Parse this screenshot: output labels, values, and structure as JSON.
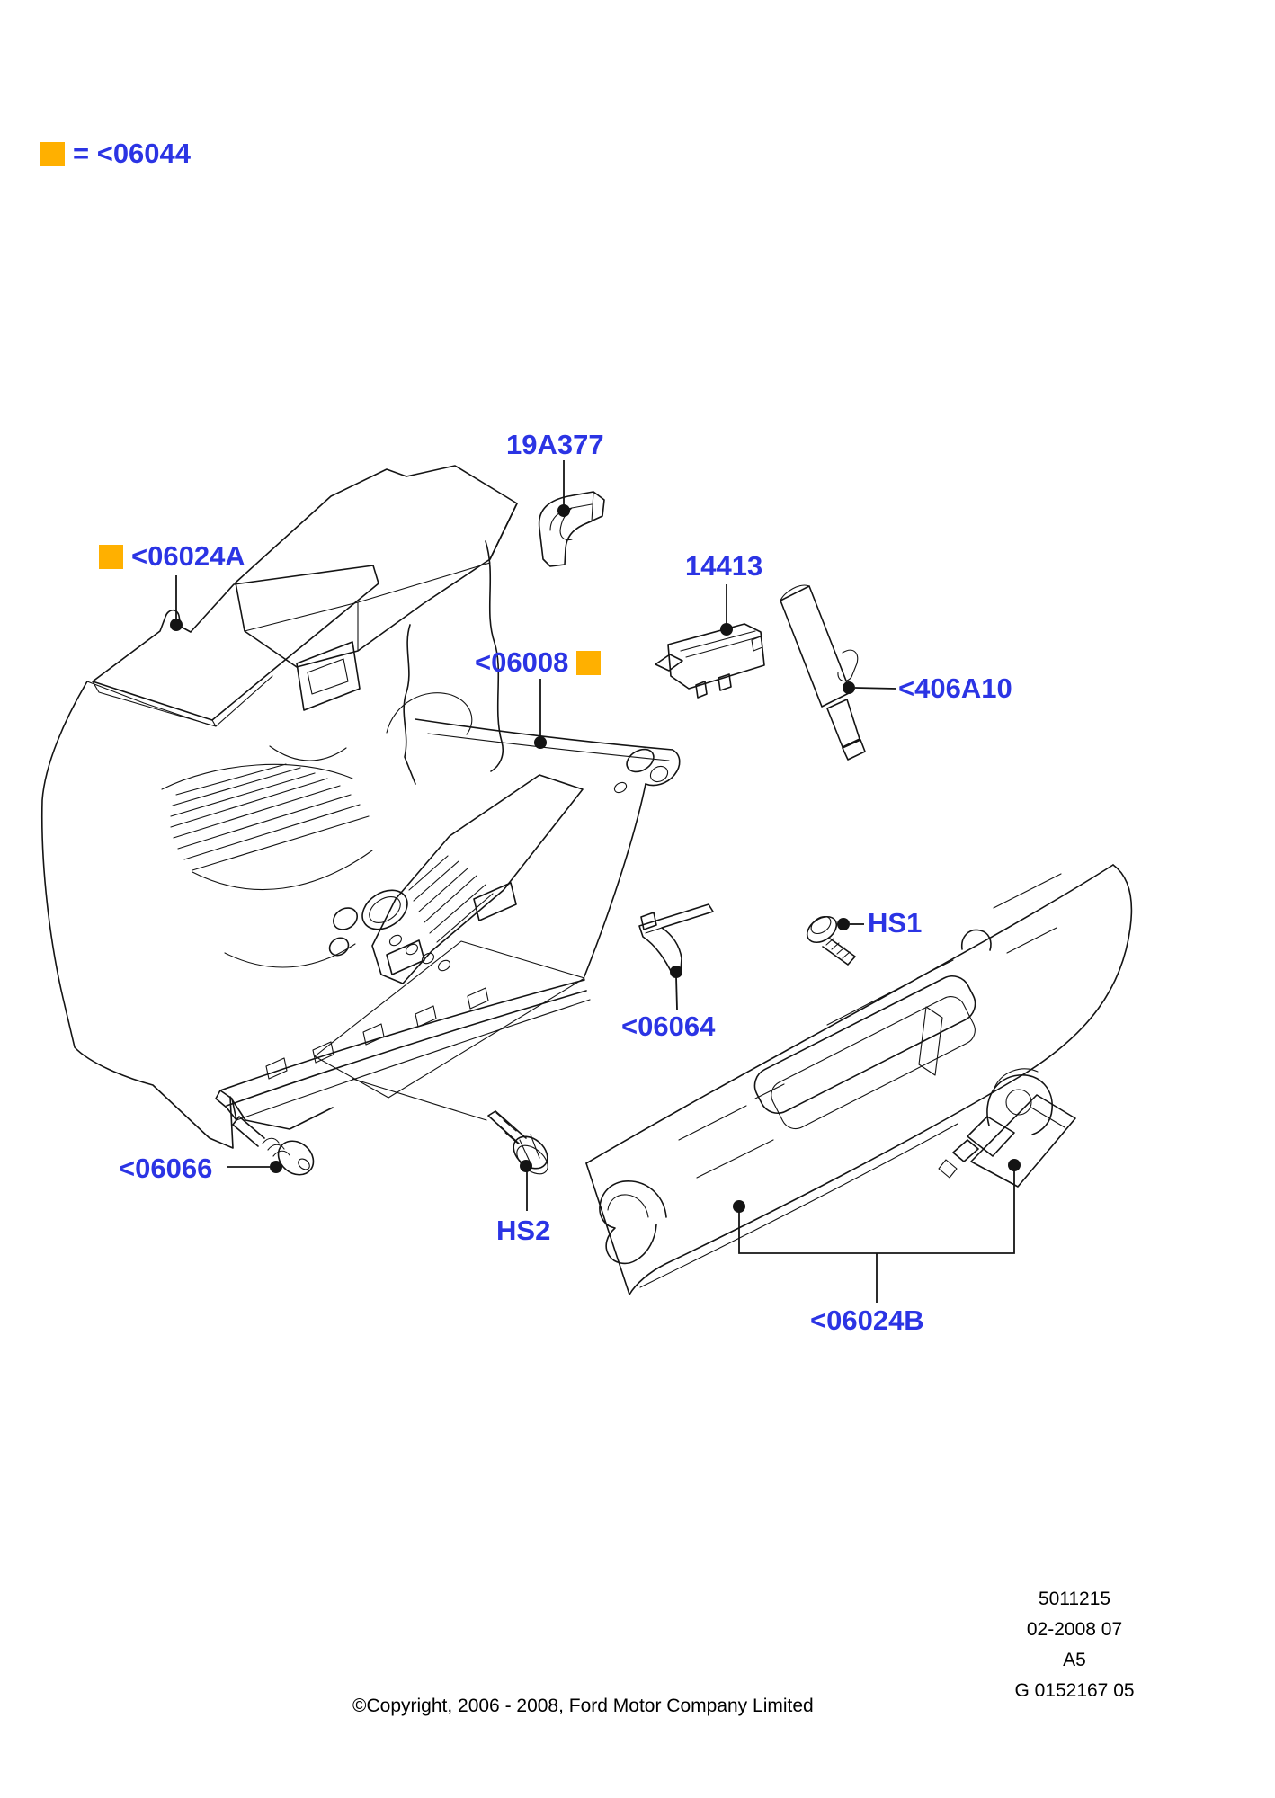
{
  "colors": {
    "label_blue": "#2B34E4",
    "highlight_orange": "#FFB000",
    "line_black": "#141414"
  },
  "legend": {
    "equals_label": "= <06044"
  },
  "callouts": {
    "c06024A": "<06024A",
    "c19A377": "19A377",
    "c14413": "14413",
    "c06008": "<06008",
    "c406A10": "<406A10",
    "cHS1": "HS1",
    "c06064": "<06064",
    "c06066": "<06066",
    "cHS2": "HS2",
    "c06024B": "<06024B"
  },
  "plate": {
    "doc_number": "5011215",
    "date_code": "02-2008 07",
    "sheet_format": "A5",
    "figure_code": "G 0152167 05"
  },
  "copyright": "©Copyright, 2006 - 2008, Ford Motor Company Limited"
}
